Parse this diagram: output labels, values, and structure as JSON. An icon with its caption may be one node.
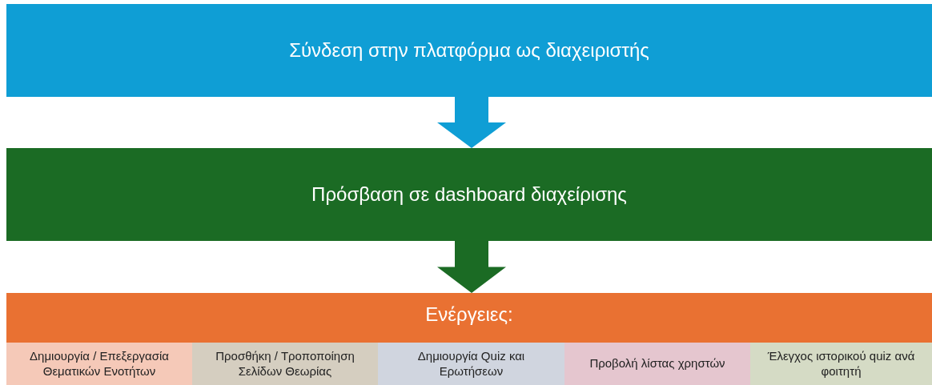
{
  "diagram": {
    "nodes": [
      {
        "text": [
          "Σύνδεση στην πλατφόρμα ως διαχειριστής"
        ]
      },
      {
        "text": [
          "Πρόσβαση σε dashboard διαχείρισης"
        ]
      },
      {
        "text": [
          "Ενέργειες:"
        ]
      },
      {
        "text": [
          "Δημιουργία / Επεξεργασία Θεματικών Ενοτήτων"
        ],
        "in": 2
      },
      {
        "text": [
          "Προσθήκη / Τροποποίηση Σελίδων Θεωρίας"
        ],
        "in": 2
      },
      {
        "text": [
          "Δημιουργία Quiz και Ερωτήσεων"
        ],
        "in": 2
      },
      {
        "text": [
          "Προβολή λίστας χρηστών"
        ],
        "in": 2
      },
      {
        "text": [
          "Έλεγχος ιστορικού quiz ανά φοιτητή"
        ],
        "in": 2
      }
    ],
    "edges": [
      {
        "from": 0,
        "to": 1,
        "arrow": "to",
        "style": "thick",
        "color": "#0f9ed5"
      },
      {
        "from": 1,
        "to": 2,
        "arrow": "to",
        "style": "thick",
        "color": "#1b6b24"
      }
    ]
  }
}
